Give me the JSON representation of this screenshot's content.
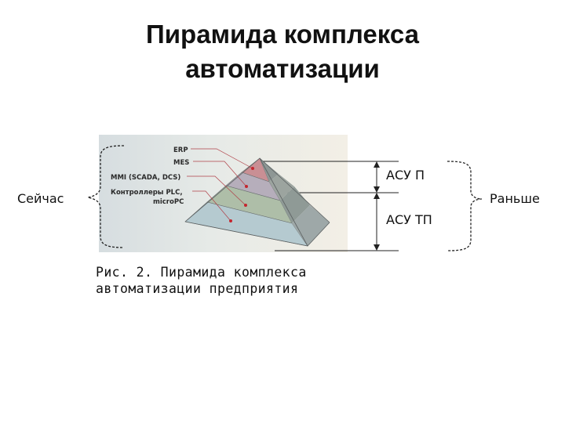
{
  "title": {
    "line1": "Пирамида комплекса",
    "line2": "автоматизации"
  },
  "pyramid": {
    "layers": [
      {
        "label": "ERP",
        "color": "#c98f94"
      },
      {
        "label": "MES",
        "color": "#b6aebb"
      },
      {
        "label": "MMI (SCADA, DCS)",
        "color": "#aebea8"
      },
      {
        "label": "Контроллеры PLC,",
        "label2": "microPC",
        "color": "#b5cad0"
      }
    ],
    "marker_color": "#c4262e"
  },
  "side_labels": {
    "now": "Сейчас",
    "before": "Раньше",
    "upper_level": "АСУ П",
    "lower_level": "АСУ ТП"
  },
  "caption": {
    "line1": "Рис. 2. Пирамида комплекса",
    "line2": "автоматизации предприятия"
  }
}
